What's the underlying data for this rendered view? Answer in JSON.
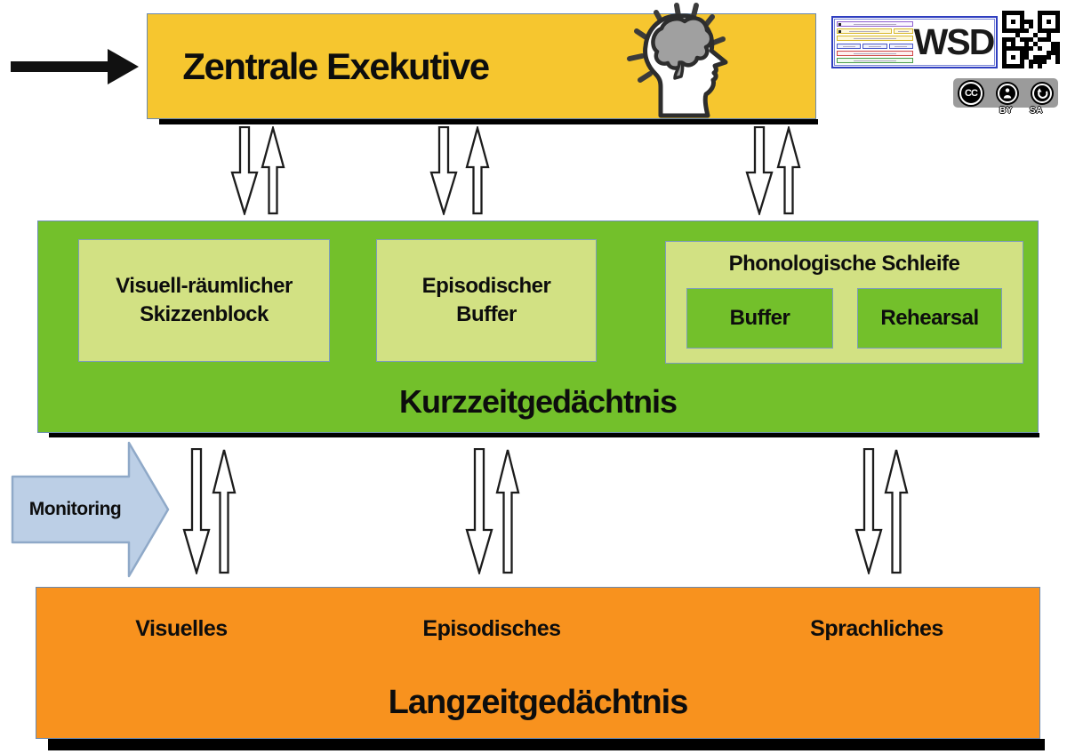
{
  "central_executive": {
    "label": "Zentrale Exekutive"
  },
  "short_term_memory": {
    "label": "Kurzzeitgedächtnis",
    "visuospatial_sketchpad": {
      "line1": "Visuell-räumlicher",
      "line2": "Skizzenblock"
    },
    "episodic_buffer": {
      "line1": "Episodischer",
      "line2": "Buffer"
    },
    "phonological_loop": {
      "title": "Phonologische Schleife",
      "buffer_label": "Buffer",
      "rehearsal_label": "Rehearsal"
    }
  },
  "monitoring_arrow": {
    "label": "Monitoring"
  },
  "long_term_memory": {
    "label": "Langzeitgedächtnis",
    "visual_label": "Visuelles",
    "episodic_label": "Episodisches",
    "verbal_label": "Sprachliches"
  },
  "branding": {
    "wsd_logo_text": "WSD",
    "cc_badge": {
      "cc_label": "CC",
      "by_label": "BY",
      "sa_label": "SA"
    }
  },
  "icons": {
    "brain-head-icon": "head profile with brain and idea rays",
    "qr-code": "QR code",
    "cc-logo-icon": "Creative Commons circle",
    "cc-by-person-icon": "attribution person",
    "cc-sa-arrow-icon": "share-alike circular arrow",
    "right-arrow-icon": "solid black arrow pointing right",
    "down-arrow-icon": "hollow black outline arrow pointing down",
    "up-arrow-icon": "hollow black outline arrow pointing up",
    "monitoring-arrow": "light blue block arrow pointing right"
  },
  "colors": {
    "background": "#ffffff",
    "central_executive_fill": "#F6C62F",
    "short_term_fill": "#73C02B",
    "sub_box_fill": "#D2E183",
    "long_term_fill": "#F8921E",
    "monitoring_fill": "#BCCFE6",
    "monitoring_border": "#8FA9C8",
    "box_border": "#7d9cbd",
    "arrow_color": "#1c1c1c",
    "shadow_color": "#000000",
    "cc_plaque": "#9B9B9B",
    "wsd_border": "#2F3EC0"
  }
}
